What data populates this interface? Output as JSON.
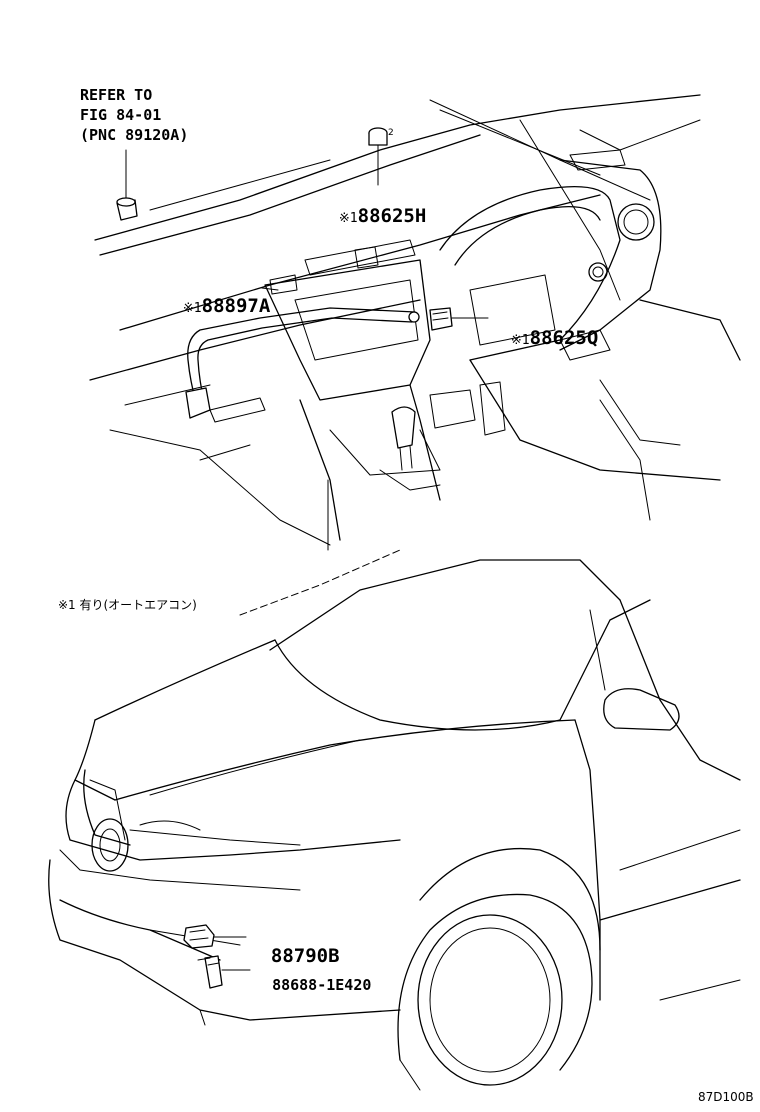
{
  "refer": {
    "line1": "REFER TO",
    "line2": "FIG 84-01",
    "line3": "(PNC 89120A)"
  },
  "callouts": [
    {
      "mark": "※1",
      "part": "88625H"
    },
    {
      "mark": "※1",
      "part": "88897A"
    },
    {
      "mark": "※1",
      "part": "88625Q"
    },
    {
      "mark": "",
      "part": "88790B"
    },
    {
      "mark": "",
      "part": "88688-1E420"
    }
  ],
  "small_mark": "2",
  "footnote": "※1 有り(オートエアコン)",
  "figure_id": "87D100B"
}
